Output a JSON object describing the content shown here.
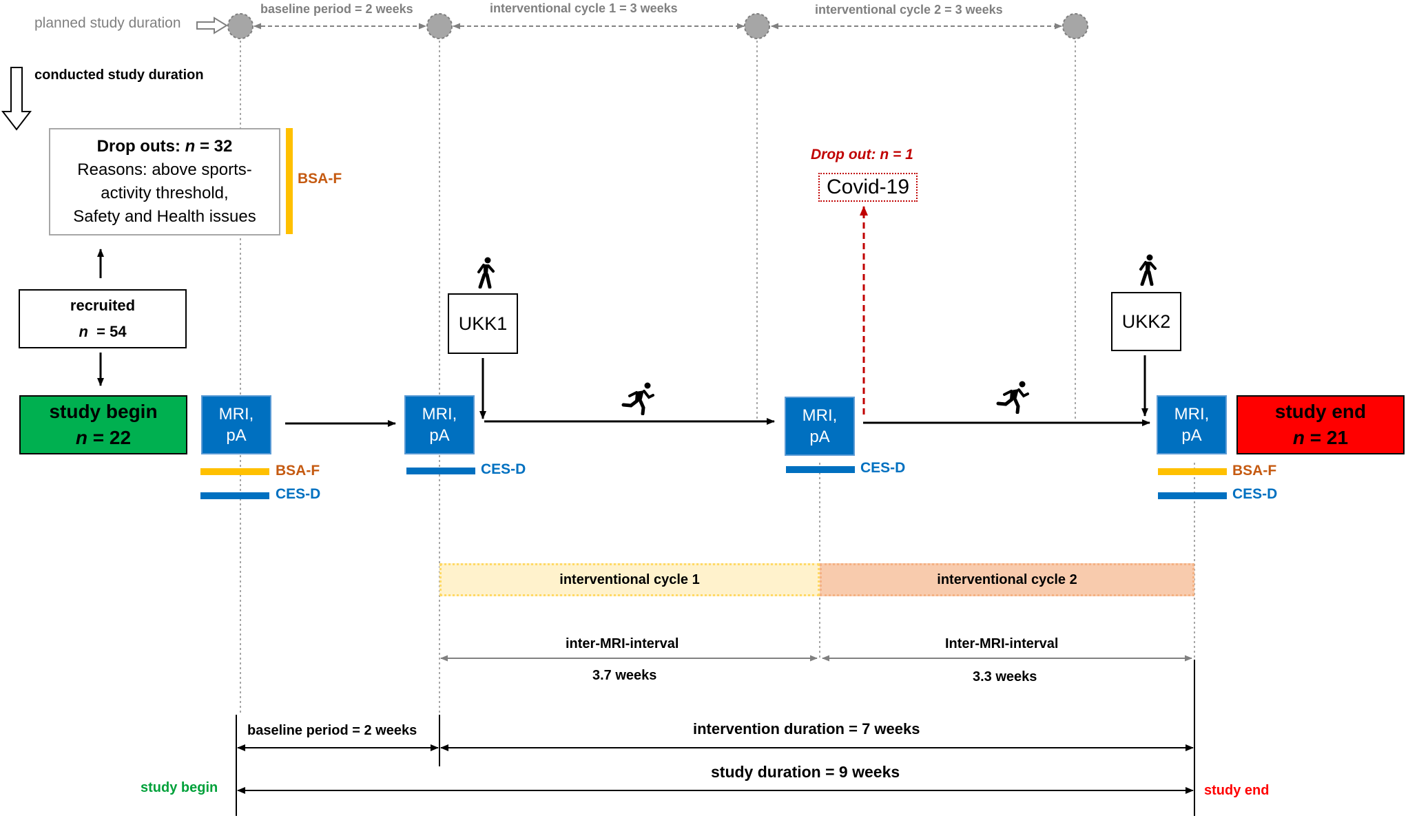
{
  "colors": {
    "study_begin_fill": "#00b050",
    "study_end_fill": "#ff0000",
    "mri_fill": "#0070c0",
    "bsa_bar": "#ffc000",
    "ces_bar": "#0070c0",
    "bsa_text": "#c55a11",
    "ces_text": "#0070c0",
    "dropout_red": "#c00000",
    "cycle1_fill": "#fff2cc",
    "cycle2_fill": "#f8cbad",
    "planned_gray": "#7f7f7f"
  },
  "planned": {
    "label": "planned study duration",
    "baseline": "baseline period = 2 weeks",
    "cycle1": "interventional cycle 1 = 3 weeks",
    "cycle2": "interventional cycle 2 = 3 weeks"
  },
  "conducted_label": "conducted study duration",
  "dropouts": {
    "title": "Drop outs:",
    "n_var": "n",
    "n_rest": "= 32",
    "line1": "Reasons: above sports-",
    "line2": "activity threshold,",
    "line3": "Safety and Health issues",
    "bar_label": "BSA-F"
  },
  "recruited": {
    "title": "recruited",
    "n_var": "n",
    "n_rest": "= 54"
  },
  "study_begin_box": {
    "title": "study begin",
    "n_var": "n",
    "n_rest": "= 22"
  },
  "study_end_box": {
    "title": "study end",
    "n_var": "n",
    "n_rest": "= 21"
  },
  "mri": {
    "line1": "MRI,",
    "line2": "pA"
  },
  "measures": {
    "bsa": "BSA-F",
    "ces": "CES-D"
  },
  "ukk1": "UKK1",
  "ukk2": "UKK2",
  "covid": {
    "drop_title": "Drop out:",
    "n_var": "n",
    "n_rest": "= 1",
    "reason": "Covid-19"
  },
  "cycles": {
    "c1": "interventional cycle 1",
    "c2": "interventional cycle 2"
  },
  "intervals": {
    "i1_label": "inter-MRI-interval",
    "i1_value": "3.7 weeks",
    "i2_label": "Inter-MRI-interval",
    "i2_value": "3.3 weeks"
  },
  "durations": {
    "baseline": "baseline period = 2 weeks",
    "intervention": "intervention duration = 7 weeks",
    "study": "study duration = 9 weeks",
    "begin": "study begin",
    "end": "study end"
  },
  "icons": {
    "walker": "walking-person-icon",
    "runner": "running-person-icon"
  }
}
